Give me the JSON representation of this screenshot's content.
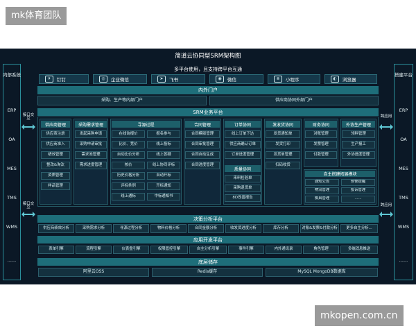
{
  "watermarks": {
    "top_left": "mk体育团队",
    "bottom_right": "mkopen.com.cn"
  },
  "title": "简道云协同型SRM架构图",
  "left_side": {
    "title": "内部系统",
    "items": [
      "ERP",
      "OA",
      "MES",
      "TMS",
      "WMS",
      "......"
    ]
  },
  "right_side": {
    "title": "搭建平台",
    "items": [
      "ERP",
      "OA",
      "MES",
      "TMS",
      "WMS",
      "......"
    ]
  },
  "interfaces": {
    "left_top": "接口交互",
    "left_bottom": "接口交互",
    "right_top": "跨应用",
    "right_bottom": "跨应用"
  },
  "multi_platform": {
    "title": "多平台使用，且支持跨平台互通",
    "items": [
      "钉钉",
      "企业微信",
      "飞书",
      "微信",
      "小程序",
      "浏览器"
    ]
  },
  "portal": {
    "title": "内外门户",
    "internal": "采购、生产等内部门户",
    "external": "供应商协同外部门户"
  },
  "srm": {
    "title": "SRM业务平台",
    "supplier": {
      "title": "供应商管理",
      "items": [
        "供应商注册",
        "供应商准入",
        "绩效管理",
        "整改&淘汰",
        "资质管理",
        "样品管理"
      ]
    },
    "procurement": {
      "title": "采购需求管理",
      "items": [
        "发起采购申请",
        "采购申请审批",
        "需求池管理",
        "需求进度管理"
      ]
    },
    "sourcing": {
      "title": "寻源过程",
      "left": [
        "在线询报价",
        "比价、竞价",
        "自动比价分析",
        "核价",
        "历史价格分析",
        "评标条例",
        "线上通标"
      ],
      "right": [
        "报名参与",
        "线上投标",
        "线上答疑",
        "线上协同评标",
        "自动开标",
        "开标通知",
        "中标通知书"
      ]
    },
    "contract": {
      "title": "合同管理",
      "items": [
        "合同模版管理",
        "合同审批管理",
        "合同自动生成",
        "合同进度管理"
      ]
    },
    "order": {
      "title": "订单协同",
      "items": [
        "线上订单下达",
        "供应商确认订单",
        "订单进度管理"
      ]
    },
    "quality": {
      "title": "质量协同",
      "items": [
        "来料检验单",
        "采购退货单",
        "8D改善报告"
      ]
    },
    "delivery": {
      "title": "发收货协同",
      "items": [
        "发货通知单",
        "发货打印",
        "发货单管理",
        "扫码收货"
      ]
    },
    "finance": {
      "title": "财务协同",
      "items": [
        "对账管理",
        "发票管理",
        "付款管理"
      ]
    },
    "outsourcing": {
      "title": "外协生产管理",
      "items": [
        "领料管理",
        "生产报工",
        "外协进度管理"
      ]
    },
    "custom": {
      "title": "自主搭建拓展模块",
      "items": [
        "通知公告",
        "预警提醒",
        "物流管理",
        "投诉管理",
        "模具管理",
        "......"
      ]
    }
  },
  "decision": {
    "title": "决策分析平台",
    "items": [
      "供应商绩效分析",
      "采购需求分析",
      "寻源过程分析",
      "物料价格分析",
      "合同金额分析",
      "收发货进度分析",
      "库存分析",
      "对账&发票&付款分析",
      "更多自主分析..."
    ]
  },
  "appdev": {
    "title": "应用开发平台",
    "items": [
      "表单引擎",
      "流程引擎",
      "仪表盘引擎",
      "权限管控引擎",
      "自主分析引擎",
      "事件引擎",
      "内外通讯录",
      "角色管理",
      "多端消息推送"
    ]
  },
  "storage": {
    "title": "底层储存",
    "items": [
      "阿里云OSS",
      "Redis缓存",
      "MySQL MongoDB数据库"
    ]
  },
  "colors": {
    "background": "#0b1826",
    "accent": "#2a8f9b",
    "header": "#1e6e7a"
  }
}
